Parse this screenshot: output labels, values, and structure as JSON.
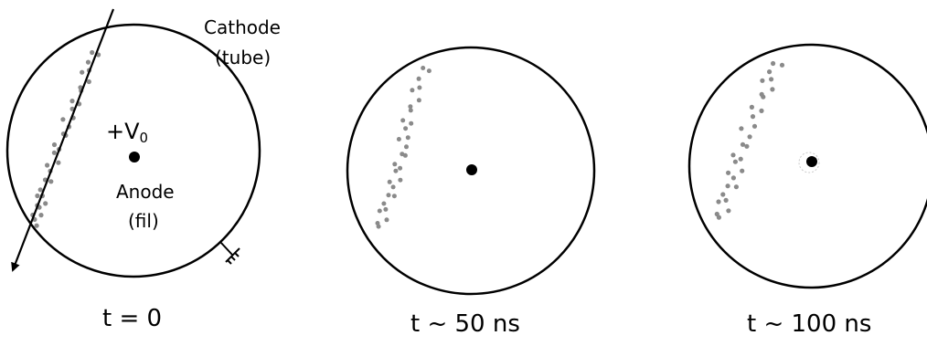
{
  "panels": [
    {
      "caption": "t = 0",
      "cathode_line1": "Cathode",
      "cathode_line2": "(tube)",
      "voltage_prefix": "+V",
      "voltage_sub": "0",
      "anode_line1": "Anode",
      "anode_line2": "(fil)"
    },
    {
      "caption": "t ~ 50 ns"
    },
    {
      "caption": "t ~ 100 ns"
    }
  ],
  "colors": {
    "ink": "#000000",
    "ionization_dots": "#8a8a8a",
    "background": "#ffffff"
  },
  "icons": {
    "particle_track": "arrow",
    "ground": "ground-symbol"
  }
}
